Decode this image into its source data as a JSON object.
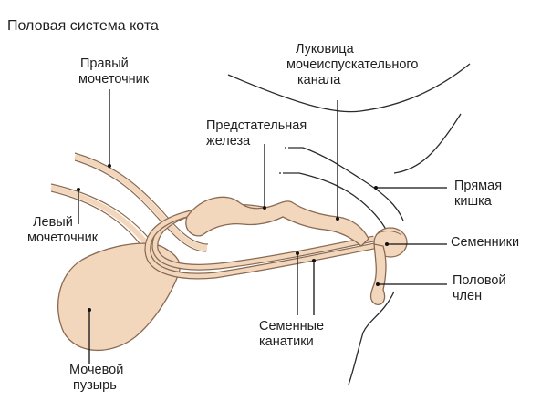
{
  "title": "Половая система кота",
  "labels": {
    "right_ureter": [
      "Правый",
      "мочеточник"
    ],
    "left_ureter": [
      "Левый",
      "мочеточник"
    ],
    "prostate": [
      "Предстательная",
      "железа"
    ],
    "bulbourethral": [
      "Луковица",
      "мочеиспускательного",
      "канала"
    ],
    "rectum": [
      "Прямая",
      "кишка"
    ],
    "testes": [
      "Семенники"
    ],
    "penis": [
      "Половой",
      "член"
    ],
    "spermatic_cords": [
      "Семенные",
      "канатики"
    ],
    "bladder": [
      "Мочевой",
      "пузырь"
    ]
  },
  "colors": {
    "organ_fill": "#f2d7bd",
    "organ_stroke": "#8a6a52",
    "outline": "#2a2a2a",
    "pointer": "#111111"
  }
}
